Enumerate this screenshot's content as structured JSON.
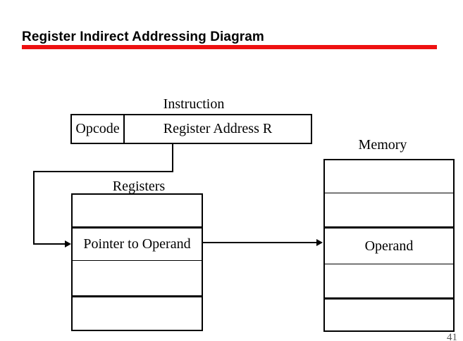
{
  "slide": {
    "title": "Register Indirect Addressing Diagram",
    "page_number": "41",
    "accent_color": "#ee1111",
    "background_color": "#ffffff",
    "line_color": "#000000"
  },
  "diagram": {
    "instruction": {
      "caption": "Instruction",
      "fields": [
        {
          "label": "Opcode"
        },
        {
          "label": "Register Address R"
        }
      ]
    },
    "registers": {
      "caption": "Registers",
      "cells": [
        {
          "label": ""
        },
        {
          "label": "Pointer to Operand"
        },
        {
          "label": ""
        },
        {
          "label": ""
        }
      ]
    },
    "memory": {
      "caption": "Memory",
      "cells": [
        {
          "label": ""
        },
        {
          "label": ""
        },
        {
          "label": "Operand"
        },
        {
          "label": ""
        },
        {
          "label": ""
        }
      ]
    },
    "connectors": [
      {
        "name": "instruction-to-registers",
        "from": "Register Address R",
        "to": "Pointer to Operand"
      },
      {
        "name": "registers-to-memory",
        "from": "Pointer to Operand",
        "to": "Operand"
      }
    ]
  }
}
